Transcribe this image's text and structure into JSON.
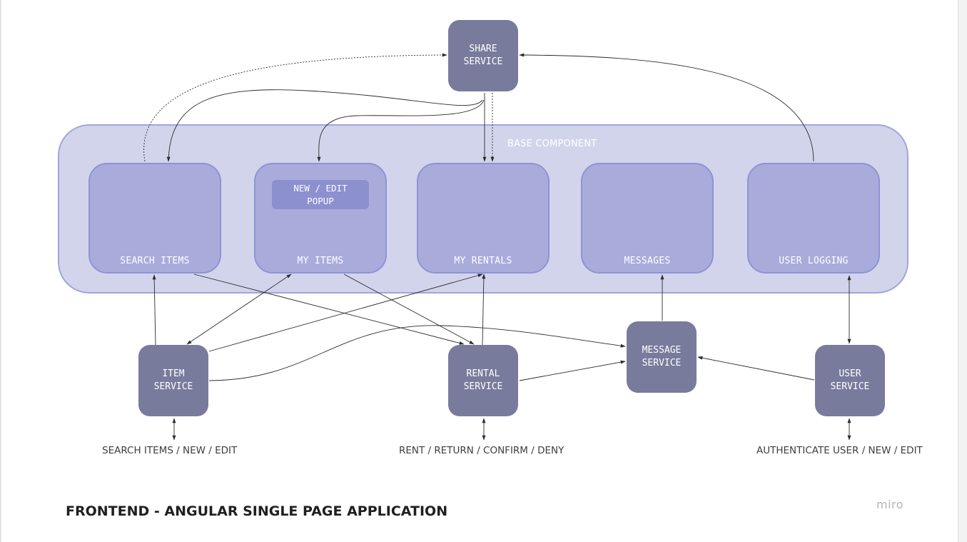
{
  "base": {
    "label": "BASE COMPONENT"
  },
  "components": [
    {
      "id": "search-items",
      "label": "SEARCH ITEMS"
    },
    {
      "id": "my-items",
      "label": "MY ITEMS"
    },
    {
      "id": "my-rentals",
      "label": "MY RENTALS"
    },
    {
      "id": "messages",
      "label": "MESSAGES"
    },
    {
      "id": "user-logging",
      "label": "USER LOGGING"
    }
  ],
  "popup": {
    "label": "NEW / EDIT\nPOPUP"
  },
  "services": {
    "share": "SHARE\nSERVICE",
    "item": "ITEM\nSERVICE",
    "rental": "RENTAL\nSERVICE",
    "message": "MESSAGE\nSERVICE",
    "user": "USER\nSERVICE"
  },
  "captions": {
    "item": "SEARCH ITEMS / NEW / EDIT",
    "rental": "RENT / RETURN / CONFIRM / DENY",
    "user": "AUTHENTICATE USER / NEW / EDIT"
  },
  "title": "FRONTEND - ANGULAR SINGLE PAGE APPLICATION",
  "logo": "miro",
  "colors": {
    "base_fill": "#d2d4ec",
    "component_fill": "#a9acdb",
    "service_fill": "#797b9d",
    "popup_fill": "#8c90cf",
    "connector": "#2b2b2b"
  }
}
